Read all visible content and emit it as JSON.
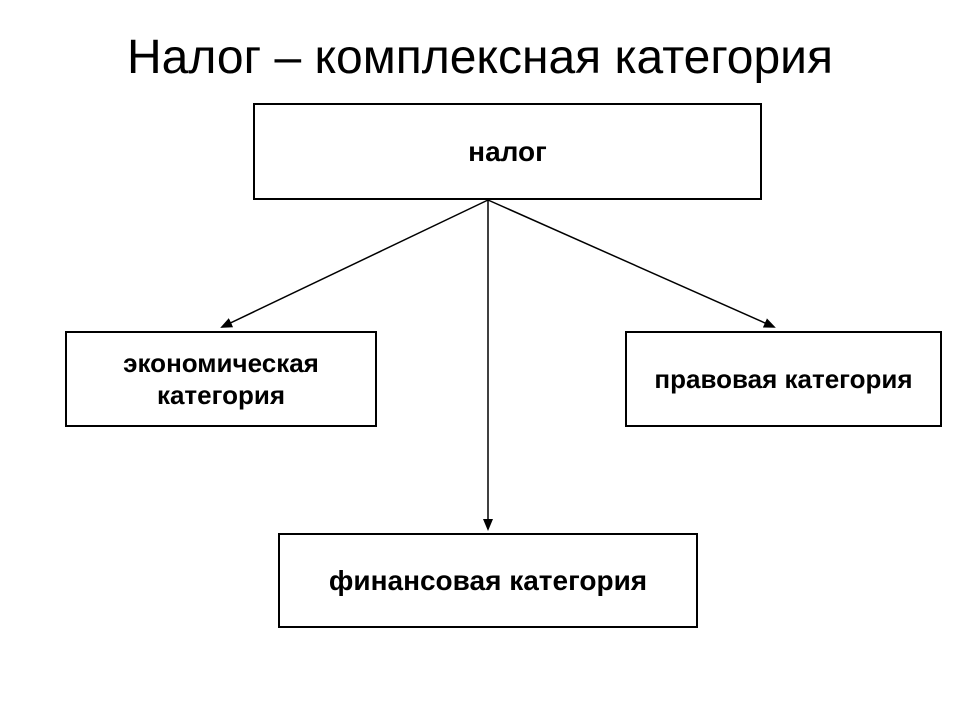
{
  "title": "Налог – комплексная категория",
  "diagram": {
    "nodes": [
      {
        "id": "tax",
        "label": "налог"
      },
      {
        "id": "economic",
        "label": "экономическая категория"
      },
      {
        "id": "legal",
        "label": "правовая категория"
      },
      {
        "id": "financial",
        "label": "финансовая категория"
      }
    ],
    "edges": [
      {
        "from": "tax",
        "to": "economic"
      },
      {
        "from": "tax",
        "to": "legal"
      },
      {
        "from": "tax",
        "to": "financial"
      }
    ]
  },
  "colors": {
    "background": "#ffffff",
    "line": "#000000",
    "text": "#000000"
  }
}
